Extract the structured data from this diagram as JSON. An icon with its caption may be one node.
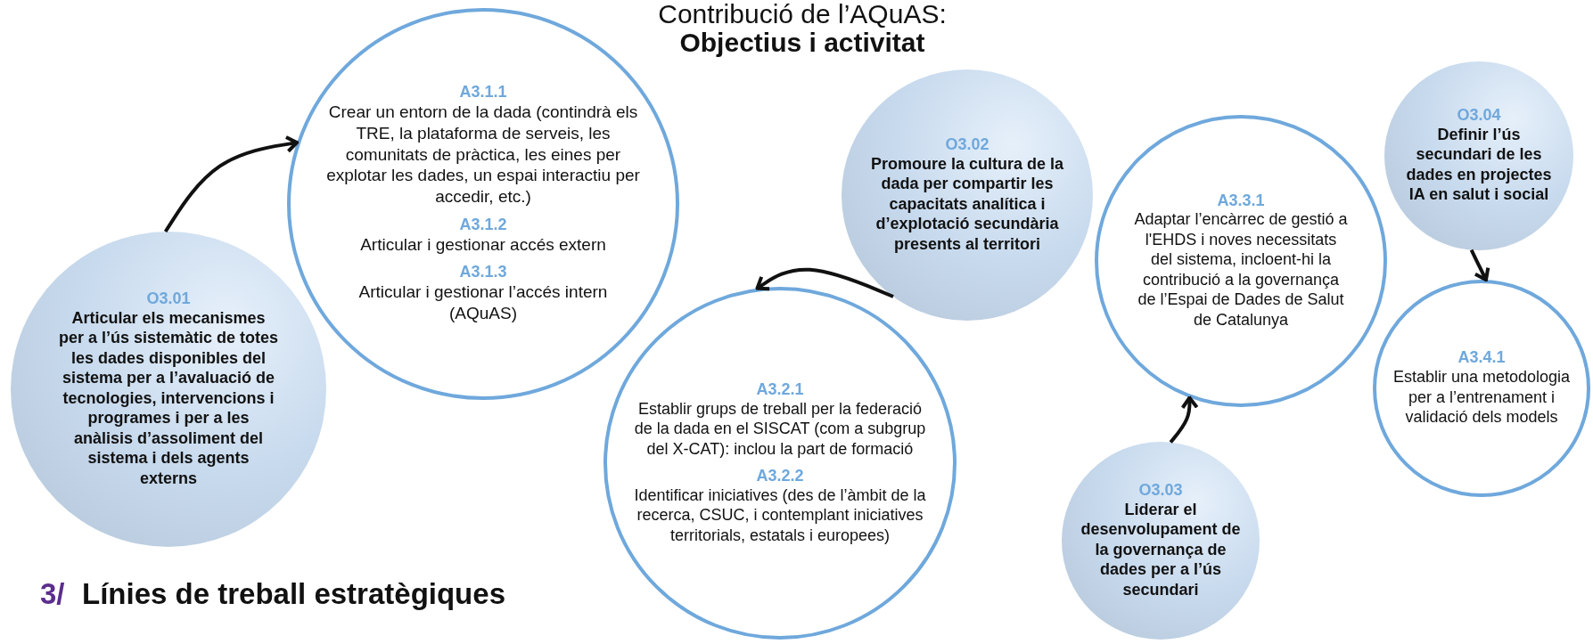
{
  "diagram": {
    "title": "Contribució de l’AQuAS: **Objectius i activitat**",
    "nodes": [
      {
        "text": [
          "O3.01",
          "Articular els mecanismes per a l’ús sistemàtic de totes les dades disponibles del sistema per a l’avaluació de tecnologies, intervencions i programes i per a les anàlisis d’assoliment del sistema i dels agents externs"
        ]
      },
      {
        "text": [
          "A3.1.1",
          "Crear un entorn de la dada (contindrà els TRE, la plataforma de serveis, les comunitats de pràctica, les eines per explotar les dades, un espai interactiu per accedir, etc.)",
          "A3.1.2",
          "Articular i gestionar accés extern",
          "A3.1.3",
          "Articular i gestionar l’accés intern (AQuAS)"
        ]
      },
      {
        "text": [
          "O3.02",
          "Promoure la cultura de la dada per compartir les capacitats analítica i d’explotació secundària presents al territori"
        ]
      },
      {
        "text": [
          "A3.2.1",
          "Establir grups de treball per la federació de la dada en el SISCAT (com a subgrup del X-CAT): inclou la part de formació",
          "A3.2.2",
          "Identificar iniciatives (des de l’àmbit de la recerca, CSUC, i contemplant iniciatives territorials, estatals i europees)"
        ]
      },
      {
        "text": [
          "A3.3.1",
          "Adaptar l’encàrrec de gestió a l'EHDS i noves necessitats del sistema, incloent-hi la contribució a la governança de l’Espai de Dades de Salut de Catalunya"
        ]
      },
      {
        "text": [
          "O3.03",
          "Liderar el desenvolupament de la governança de dades per a l’ús secundari"
        ]
      },
      {
        "text": [
          "O3.04",
          "Definir l’ús secundari de les dades en projectes IA en salut i social"
        ]
      },
      {
        "text": [
          "A3.4.1",
          "Establir una metodologia per a l’entrenament i validació dels models"
        ]
      }
    ],
    "edges": [
      {
        "from": 0,
        "to": 1,
        "arrow": "to"
      },
      {
        "from": 2,
        "to": 3,
        "arrow": "to"
      },
      {
        "from": 5,
        "to": 4,
        "arrow": "to"
      },
      {
        "from": 6,
        "to": 7,
        "arrow": "to"
      }
    ],
    "labels": [
      "3/",
      "Línies de treball estratègiques"
    ]
  }
}
